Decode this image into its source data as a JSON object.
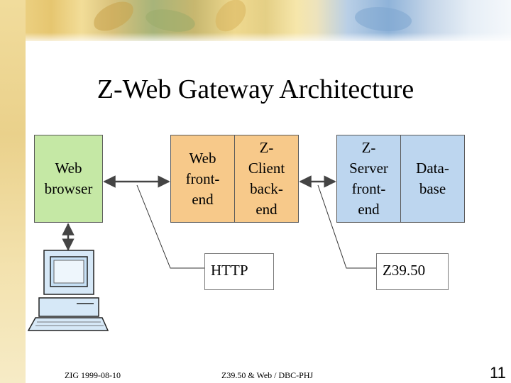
{
  "title": "Z-Web Gateway Architecture",
  "boxes": {
    "web_browser": "Web\nbrowser",
    "web_frontend": "Web\nfront-\nend",
    "zclient_backend": "Z-\nClient\nback-\nend",
    "zserver_frontend": "Z-\nServer\nfront-\nend",
    "database": "Data-\nbase"
  },
  "labels": {
    "http": "HTTP",
    "z3950": "Z39.50"
  },
  "footer": {
    "left": "ZIG 1999-08-10",
    "center": "Z39.50 & Web / DBC-PHJ",
    "page": "11"
  },
  "colors": {
    "browser": "#c5e8a5",
    "gateway": "#f7c98a",
    "server": "#bdd6ef"
  },
  "icons": [
    "computer-icon"
  ]
}
